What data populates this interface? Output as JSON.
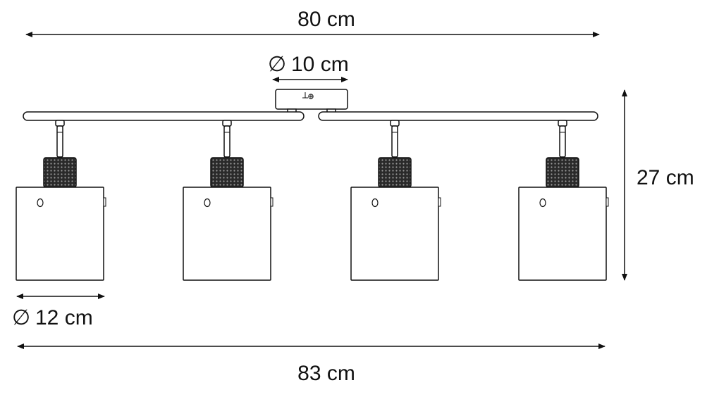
{
  "dimensions": {
    "top_width": "80 cm",
    "mount_diameter": "10 cm",
    "height": "27 cm",
    "shade_diameter": "12 cm",
    "bottom_width": "83 cm"
  },
  "symbols": {
    "diameter": "∅"
  },
  "colors": {
    "line": "#111111",
    "mesh": "#222222",
    "background": "#ffffff"
  },
  "icons": [
    "diameter-symbol",
    "ground-screw-icon",
    "arrowhead"
  ]
}
